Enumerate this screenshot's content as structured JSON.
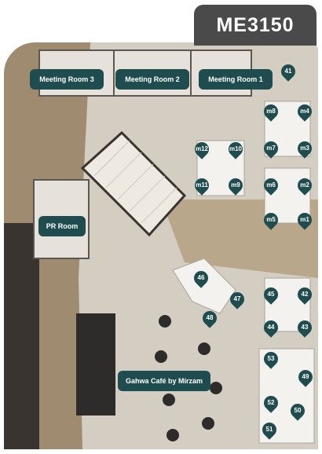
{
  "title": "ME3150",
  "colors": {
    "accent": "#1f4d4f",
    "title_bg": "#4a4a4a",
    "floor_light": "#d8d2c7",
    "floor_wood": "#a8967a",
    "dark": "#2e2c2a"
  },
  "rooms": [
    {
      "id": "meeting-room-3",
      "label": "Meeting Room 3"
    },
    {
      "id": "meeting-room-2",
      "label": "Meeting Room 2"
    },
    {
      "id": "meeting-room-1",
      "label": "Meeting Room 1"
    },
    {
      "id": "pr-room",
      "label": "PR Room"
    },
    {
      "id": "cafe",
      "label": "Gahwa Café by Mirzam"
    }
  ],
  "desks": [
    "41",
    "m8",
    "m4",
    "m7",
    "m3",
    "m12",
    "m10",
    "m11",
    "m9",
    "m6",
    "m2",
    "m5",
    "m1",
    "46",
    "47",
    "48",
    "45",
    "42",
    "44",
    "43",
    "53",
    "49",
    "52",
    "50",
    "51"
  ]
}
